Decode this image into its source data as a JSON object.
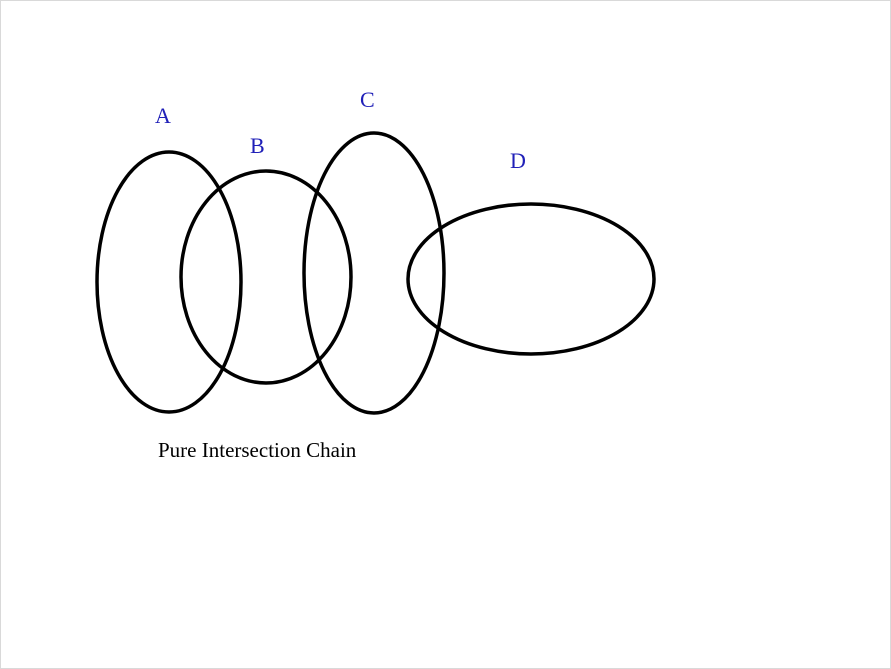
{
  "diagram": {
    "caption": "Pure Intersection Chain",
    "labels": [
      {
        "id": "A",
        "text": "A"
      },
      {
        "id": "B",
        "text": "B"
      },
      {
        "id": "C",
        "text": "C"
      },
      {
        "id": "D",
        "text": "D"
      }
    ],
    "colors": {
      "label": "#2020b8",
      "stroke": "#000000",
      "caption": "#000000",
      "background": "#ffffff"
    }
  }
}
